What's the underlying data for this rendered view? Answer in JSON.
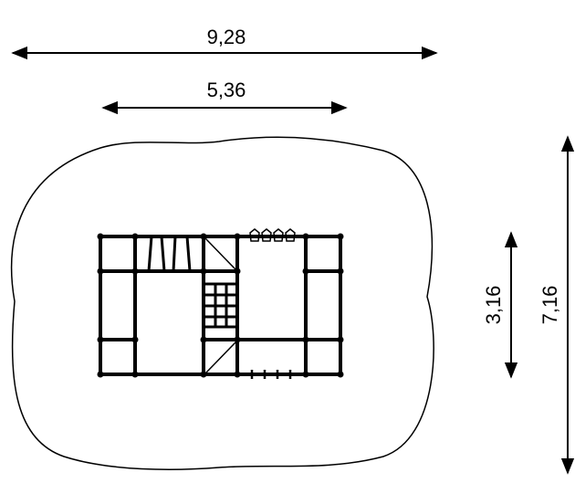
{
  "dimensions": {
    "total_width": "9,28",
    "structure_width": "5,36",
    "structure_depth": "3,16",
    "total_depth": "7,16"
  },
  "colors": {
    "line": "#000000",
    "background": "#ffffff"
  }
}
